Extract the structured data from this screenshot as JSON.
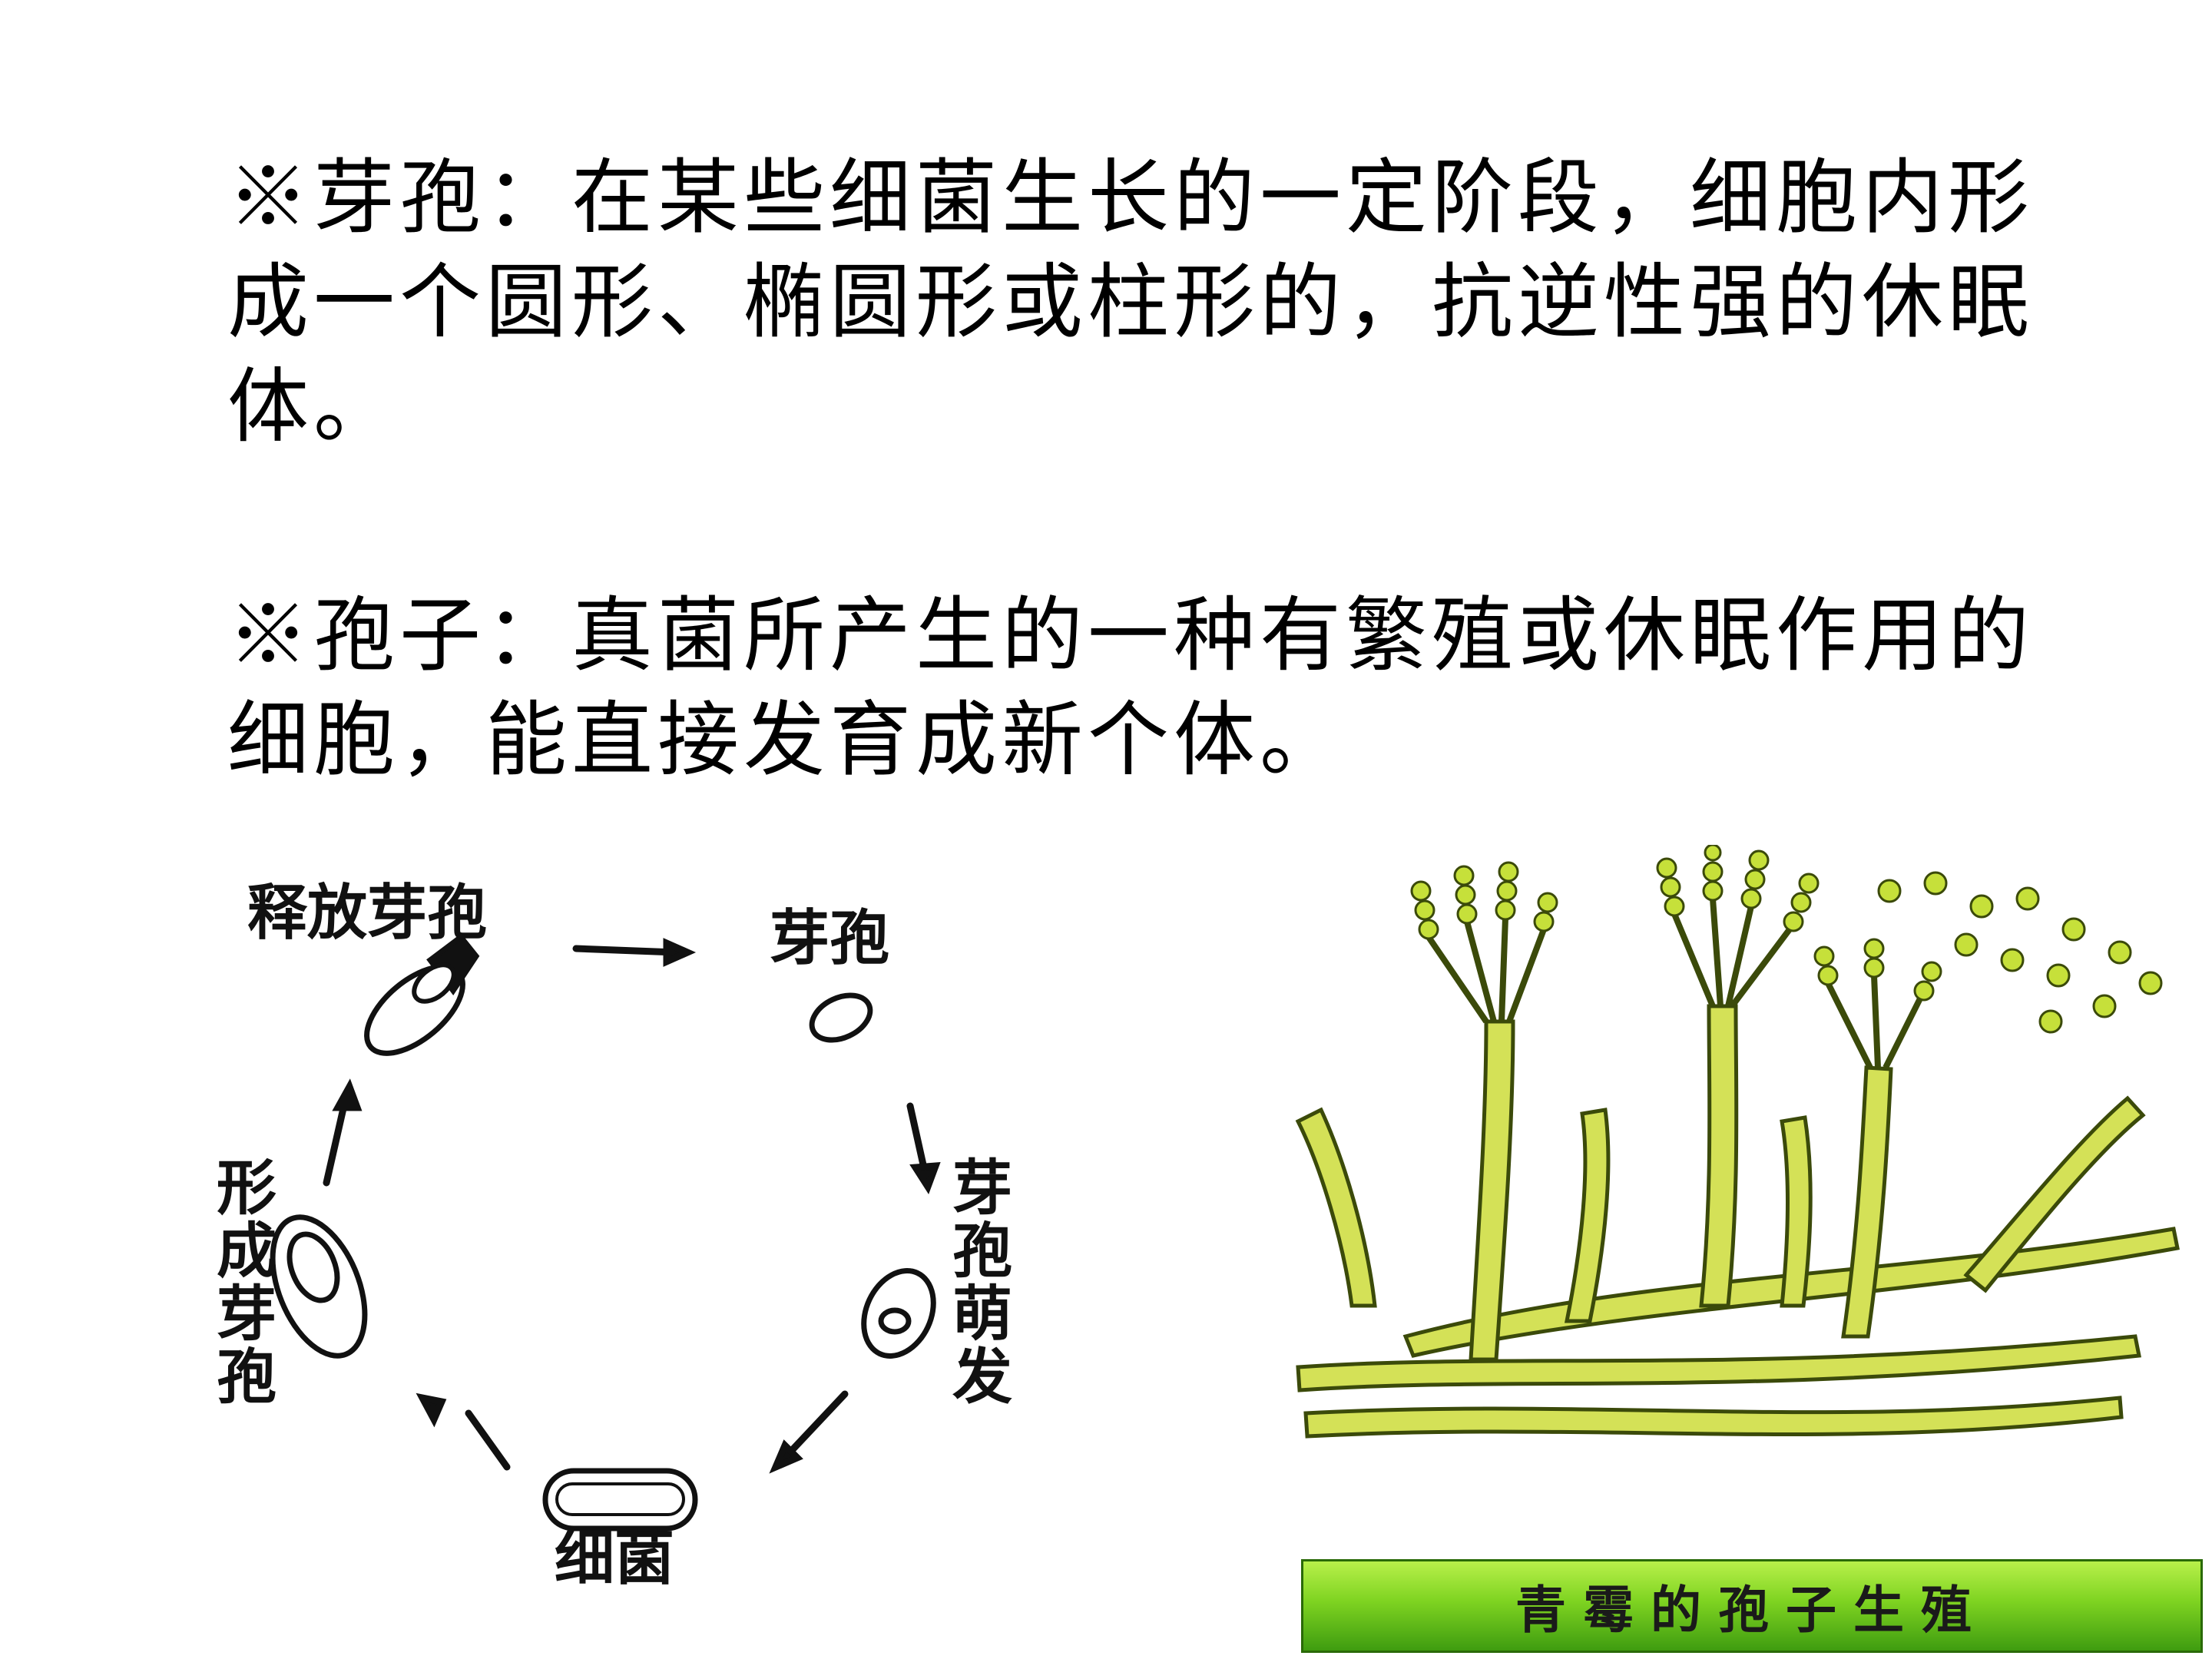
{
  "text": {
    "endospore_def": "※芽孢：在某些细菌生长的一定阶段，细胞内形成一个圆形、椭圆形或柱形的，抗逆性强的休眠体。",
    "spore_def": "※孢子：真菌所产生的一种有繁殖或休眠作用的细胞，能直接发育成新个体。"
  },
  "cycle": {
    "release_spore": "释放芽孢",
    "spore": "芽孢",
    "spore_germination": "芽孢萌发",
    "bacterium": "细菌",
    "form_spore": "形成芽孢"
  },
  "mold": {
    "caption": "青霉的孢子生殖",
    "colors": {
      "hypha": "#d4e157",
      "hypha_outline": "#3b4a0a",
      "spore": "#c6e03a",
      "caption_bg": "#7ed321"
    }
  }
}
